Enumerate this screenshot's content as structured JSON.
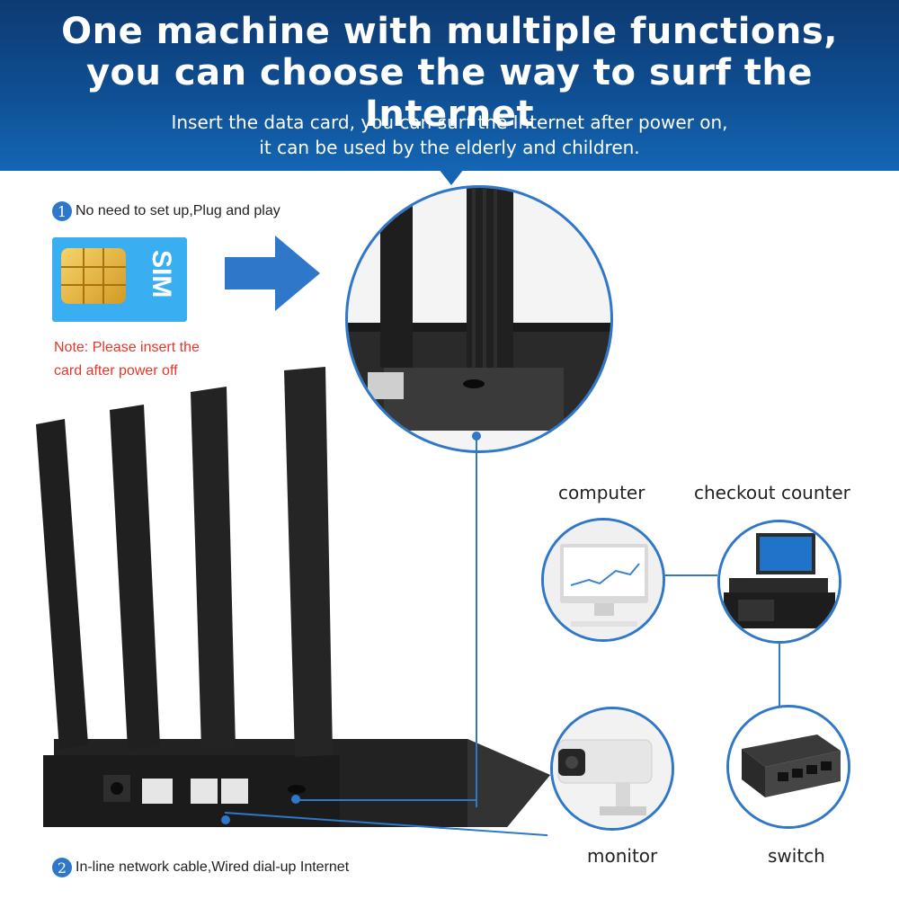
{
  "banner": {
    "title_line1": "One machine with multiple functions,",
    "title_line2": "you can choose the way to surf the Internet",
    "subtitle_line1": "Insert the data card, you can surf the Internet after power on,",
    "subtitle_line2": "it can be used by the elderly and children."
  },
  "step1": {
    "number": "1",
    "text": "No need to set up,Plug and play"
  },
  "step2": {
    "number": "2",
    "text": "In-line network cable,Wired dial-up Internet"
  },
  "sim_card": {
    "label": "SIM"
  },
  "note": {
    "line1": "Note: Please insert the",
    "line2": "card after power off"
  },
  "devices": {
    "computer": "computer",
    "checkout": "checkout counter",
    "monitor": "monitor",
    "switch": "switch"
  },
  "colors": {
    "banner": "#0f4f93",
    "accent": "#2f77c8",
    "note": "#e2372a",
    "sim": "#39aef0"
  }
}
